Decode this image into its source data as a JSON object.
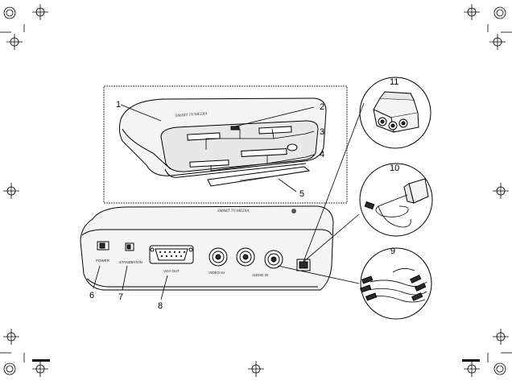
{
  "callouts": {
    "c1": "1",
    "c2": "2",
    "c3": "3",
    "c4": "4",
    "c5": "5",
    "c6": "6",
    "c7": "7",
    "c8": "8",
    "c9": "9",
    "c10": "10",
    "c11": "11"
  },
  "device": {
    "rear_logo": "SMART TV/MEDIA",
    "top_logo": "SMART TV/MEDIA",
    "port_labels": {
      "power": "POWER",
      "standby": "STANDBY/ON",
      "vga": "VGA OUT",
      "video_in": "VIDEO IN",
      "audio_in": "AUDIO IN"
    }
  },
  "colors": {
    "line": "#000000",
    "frame": "#9a9a9a",
    "body_fill": "#f4f4f4",
    "dark": "#2a2a2a"
  }
}
